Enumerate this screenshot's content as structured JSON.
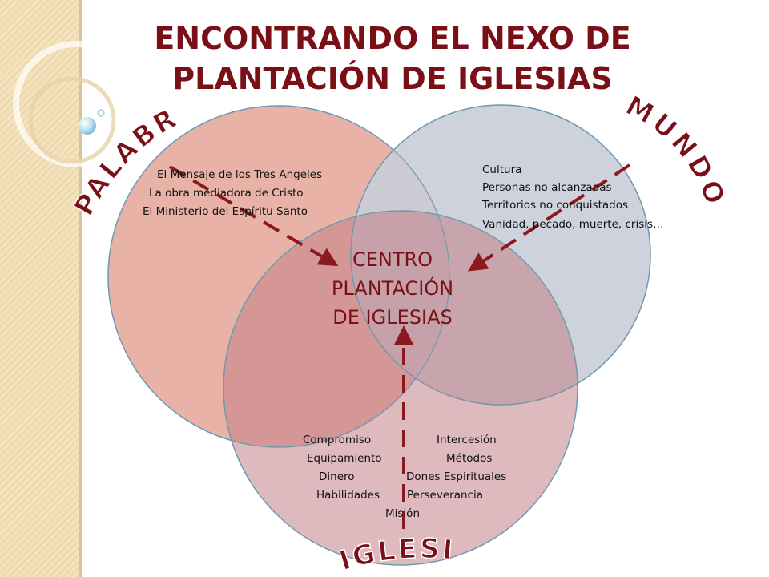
{
  "title": {
    "line1": "ENCONTRANDO EL NEXO DE",
    "line2": "PLANTACIÓN DE IGLESIAS"
  },
  "labels": {
    "palabra": "PALABRA",
    "mundo": "MUNDO",
    "iglesia": "IGLESIA"
  },
  "center": {
    "line1": "CENTRO",
    "line2": "PLANTACIÓN",
    "line3": "DE IGLESIAS"
  },
  "palabra_items": [
    "El Mensaje de los Tres Angeles",
    "La obra mediadora de Cristo",
    "El Ministerio del Espíritu Santo"
  ],
  "mundo_items": [
    "Cultura",
    "Personas no alcanzadas",
    "Territorios no conquistados",
    "Vanidad, pecado, muerte, crisis…"
  ],
  "iglesia_items": {
    "left": [
      "Compromiso",
      "Equipamiento",
      "Dinero",
      "Habilidades"
    ],
    "right": [
      "Intercesión",
      "Métodos",
      "Dones Espirituales",
      "Perseverancia"
    ],
    "bottom": "Misión"
  },
  "colors": {
    "title": "#7a1017",
    "palabra_circle": "#e8b3a6",
    "mundo_circle": "#c9cdd8",
    "iglesia_circle": "#d4a0a3",
    "arrow": "#8b1a1f",
    "sidebar": "#f4e4c0"
  }
}
